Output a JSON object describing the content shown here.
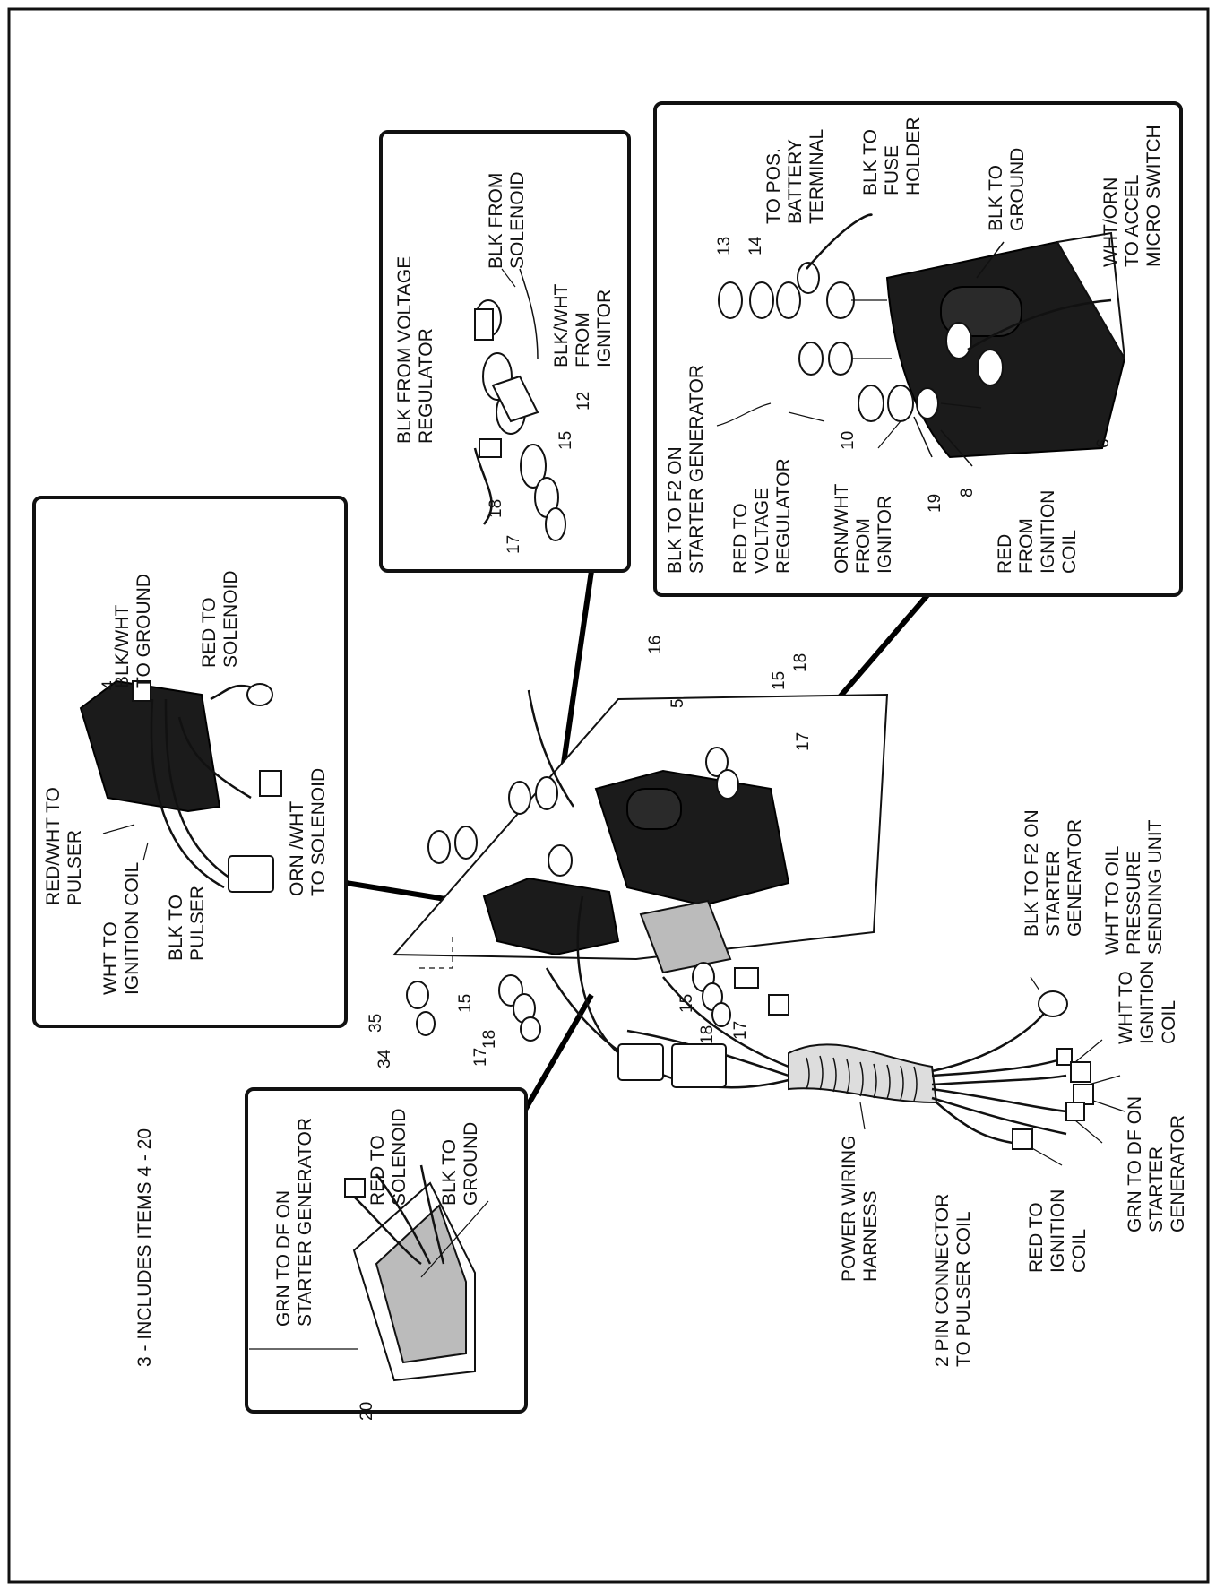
{
  "title_note": "3 - INCLUDES ITEMS 4 - 20",
  "callouts": {
    "blk_from_voltage_regulator": "BLK FROM VOLTAGE\nREGULATOR",
    "blk_from_solenoid": "BLK FROM\nSOLENOID",
    "blk_wht_from_ignitor": "BLK/WHT\nFROM\nIGNITOR",
    "to_pos_battery_terminal": "TO POS.\nBATTERY\nTERMINAL",
    "blk_to_fuse_holder": "BLK TO\nFUSE\nHOLDER",
    "blk_to_ground_top": "BLK TO\nGROUND",
    "wht_orn_to_accel_micro_switch": "WHT/ORN\nTO ACCEL\nMICRO SWITCH",
    "blk_to_f2_on_starter_generator_top": "BLK TO F2 ON\nSTARTER GENERATOR",
    "red_to_voltage_regulator": "RED TO\nVOLTAGE\nREGULATOR",
    "orn_wht_from_ignitor": "ORN/WHT\nFROM\nIGNITOR",
    "red_from_ignition_coil": "RED\nFROM\nIGNITION\nCOIL",
    "blk_wht_to_ground": "BLK/WHT\nTO GROUND",
    "red_to_solenoid_left": "RED TO\nSOLENOID",
    "red_wht_to_pulser": "RED/WHT TO\nPULSER",
    "wht_to_ignition_coil_left": "WHT TO\nIGNITION COIL",
    "blk_to_pulser": "BLK TO\nPULSER",
    "orn_wht_to_solenoid": "ORN /WHT\nTO SOLENOID",
    "grn_to_df_on_starter_generator_left": "GRN TO DF ON\nSTARTER GENERATOR",
    "red_to_solenoid_bottom": "RED TO\nSOLENOID",
    "blk_to_ground_bottom": "BLK TO\nGROUND",
    "power_wiring_harness": "POWER WIRING\nHARNESS",
    "two_pin_connector": "2 PIN CONNECTOR\nTO PULSER COIL",
    "red_to_ignition_coil": "RED TO\nIGNITION\nCOIL",
    "grn_to_df_on_starter_generator_right": "GRN TO DF ON\nSTARTER\nGENERATOR",
    "wht_to_ignition_coil_right": "WHT TO\nIGNITION\nCOIL",
    "wht_to_oil_pressure_sending_unit": "WHT TO OIL\nPRESSURE\nSENDING UNIT",
    "blk_to_f2_on_starter_generator_right": "BLK TO F2 ON\nSTARTER\nGENERATOR"
  },
  "item_numbers": {
    "n13": "13",
    "n14": "14",
    "n10": "10",
    "n19": "19",
    "n8": "8",
    "n6": "6",
    "n12": "12",
    "n15_top": "15",
    "n18_top": "18",
    "n17_top": "17",
    "n4": "4",
    "n16": "16",
    "n5": "5",
    "n15_right": "15",
    "n18_right": "18",
    "n17_right": "17",
    "n35": "35",
    "n34": "34",
    "n15_left": "15",
    "n18_left": "18",
    "n17_left": "17",
    "n15_mid": "15",
    "n18_mid": "18",
    "n17_mid": "17",
    "n20": "20"
  },
  "colors": {
    "line": "#111111",
    "part_fill": "#1b1b1b",
    "background": "#ffffff"
  }
}
